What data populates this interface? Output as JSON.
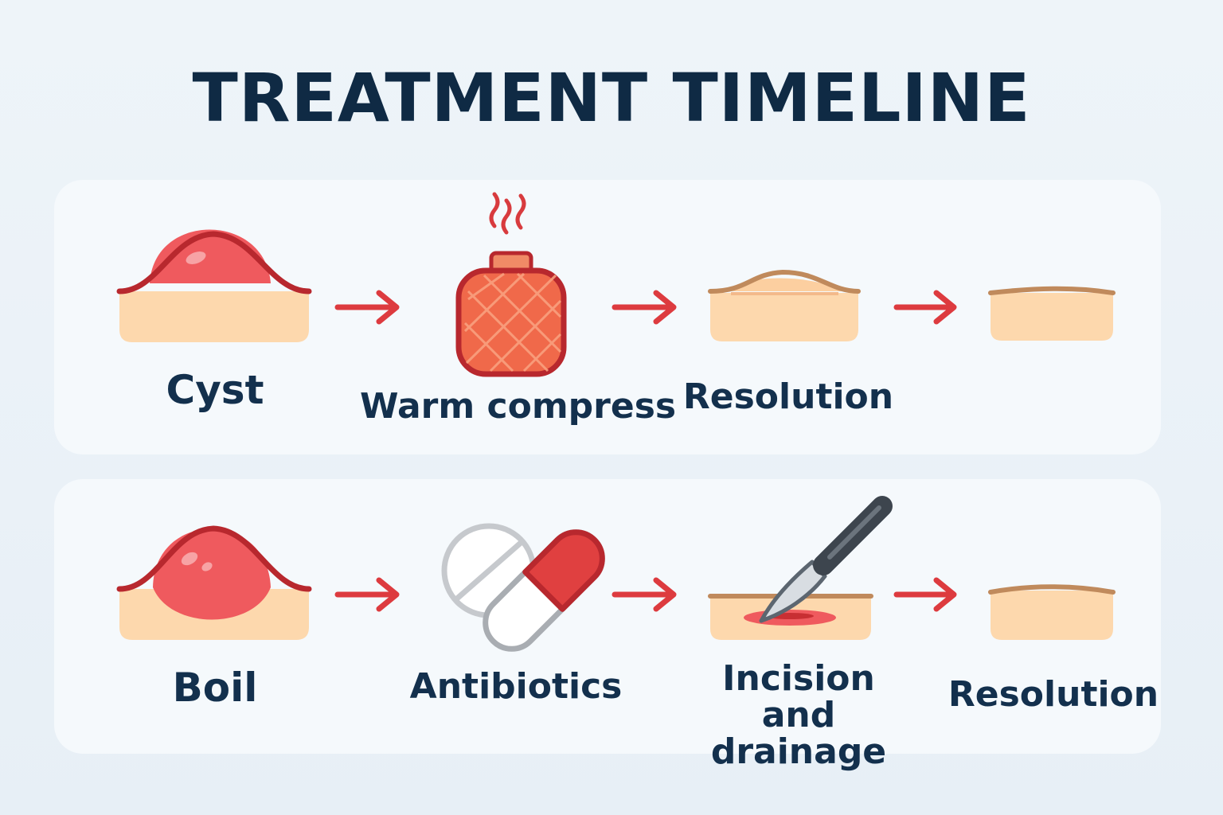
{
  "title": "TREATMENT TIMELINE",
  "colors": {
    "background": "#eaf1f7",
    "panel": "#f5f9fc",
    "title_text": "#0f2a44",
    "label_text": "#13304d",
    "skin": "#fdd8ad",
    "lesion": "#ef5a5e",
    "lesion_outline": "#b8282e",
    "arrow": "#dd3b3f",
    "skin_line": "#c08a5c"
  },
  "rows": [
    {
      "steps": [
        {
          "label": "Cyst",
          "icon": "cyst-lesion-icon"
        },
        {
          "label": "Warm compress",
          "icon": "hot-water-bottle-icon"
        },
        {
          "label": "Resolution",
          "icon": "healing-skin-icon"
        },
        {
          "label": "",
          "icon": "healed-skin-icon"
        }
      ]
    },
    {
      "steps": [
        {
          "label": "Boil",
          "icon": "boil-lesion-icon"
        },
        {
          "label": "Antibiotics",
          "icon": "pill-capsule-icon"
        },
        {
          "label": "Incision and drainage",
          "icon": "scalpel-incision-icon"
        },
        {
          "label": "Resolution",
          "icon": "healed-skin-icon"
        }
      ]
    }
  ]
}
